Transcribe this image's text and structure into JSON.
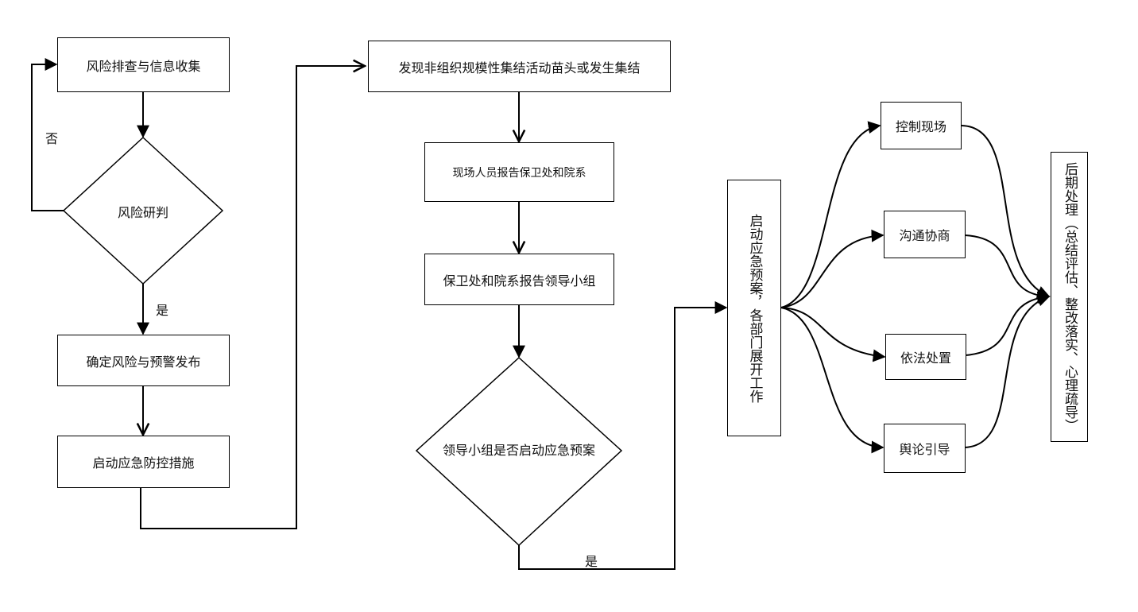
{
  "flowchart": {
    "left_column": {
      "risk_collect": "风险排查与信息收集",
      "risk_judge": "风险研判",
      "no_label": "否",
      "yes_label": "是",
      "confirm_risk": "确定风险与预警发布",
      "start_measures": "启动应急防控措施"
    },
    "middle_column": {
      "discover": "发现非组织规模性集结活动苗头或发生集结",
      "onsite_report": "现场人员报告保卫处和院系",
      "dept_report": "保卫处和院系报告领导小组",
      "leader_decision": "领导小组是否启动应急预案",
      "yes_label": "是"
    },
    "response": {
      "start_plan": "启动应急预案，各部门展开工作",
      "actions": [
        "控制现场",
        "沟通协商",
        "依法处置",
        "舆论引导"
      ],
      "aftermath": "后期处理（总结评估、整改落实、心理疏导）"
    }
  }
}
